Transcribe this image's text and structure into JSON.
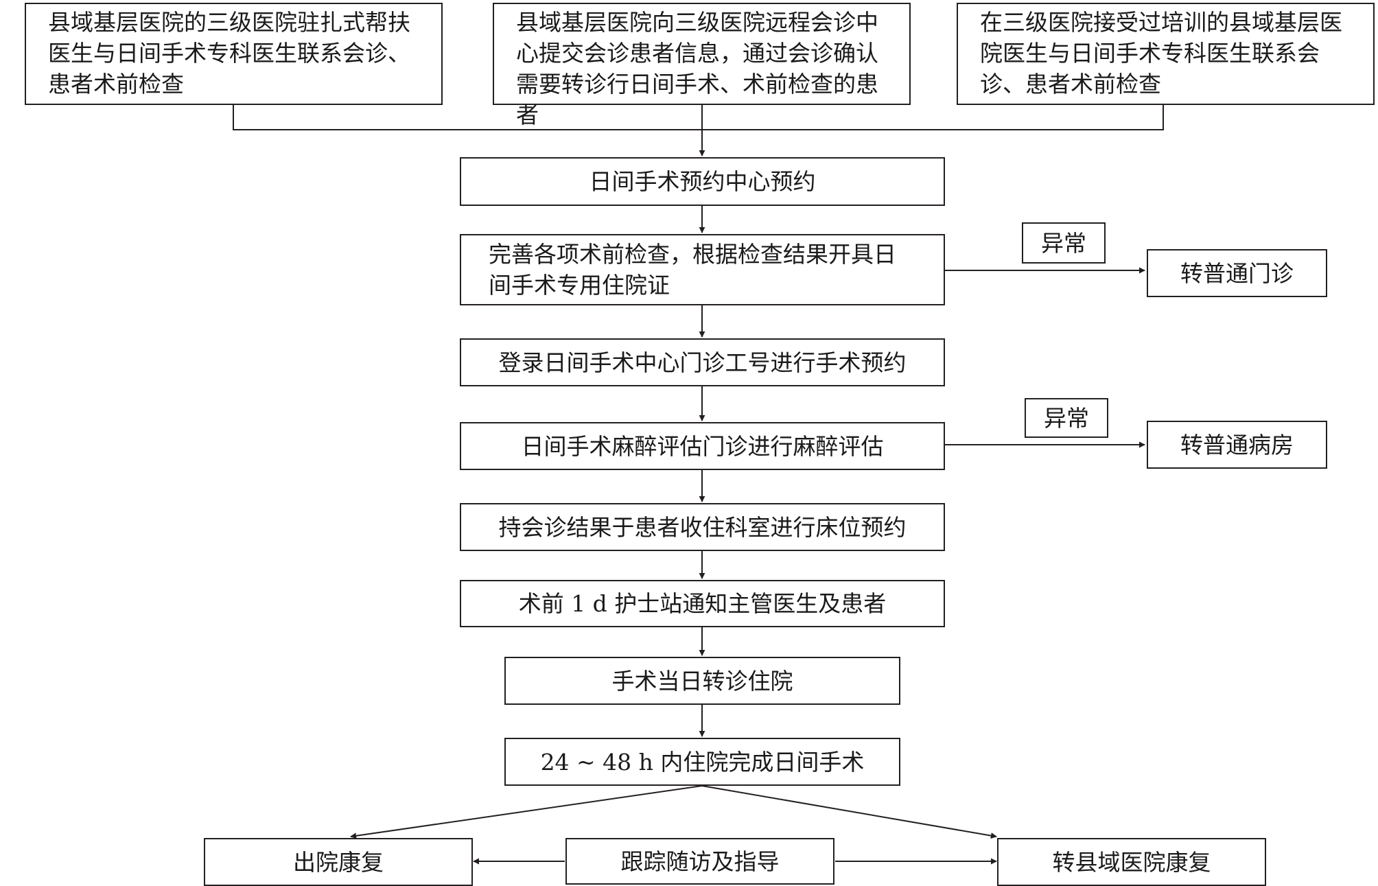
{
  "top_sources": [
    "县域基层医院的三级医院驻扎式帮扶医生与日间手术专科医生联系会诊、患者术前检查",
    "县域基层医院向三级医院远程会诊中心提交会诊患者信息，通过会诊确认需要转诊行日间手术、术前检查的患者",
    "在三级医院接受过培训的县域基层医院医生与日间手术专科医生联系会诊、患者术前检查"
  ],
  "steps": {
    "appointment_center": "日间手术预约中心预约",
    "preop_exams": "完善各项术前检查，根据检查结果开具日间手术专用住院证",
    "login_booking": "登录日间手术中心门诊工号进行手术预约",
    "anesthesia_eval": "日间手术麻醉评估门诊进行麻醉评估",
    "bed_booking": "持会诊结果于患者收住科室进行床位预约",
    "nurse_notify": "术前 1 d 护士站通知主管医生及患者",
    "same_day_admit": "手术当日转诊住院",
    "surgery": "24 ~ 48 h 内住院完成日间手术"
  },
  "branches": {
    "abnormal_1": "异常",
    "to_outpatient": "转普通门诊",
    "abnormal_2": "异常",
    "to_ward": "转普通病房"
  },
  "outcomes": {
    "discharge": "出院康复",
    "follow_up": "跟踪随访及指导",
    "county_rehab": "转县域医院康复"
  }
}
